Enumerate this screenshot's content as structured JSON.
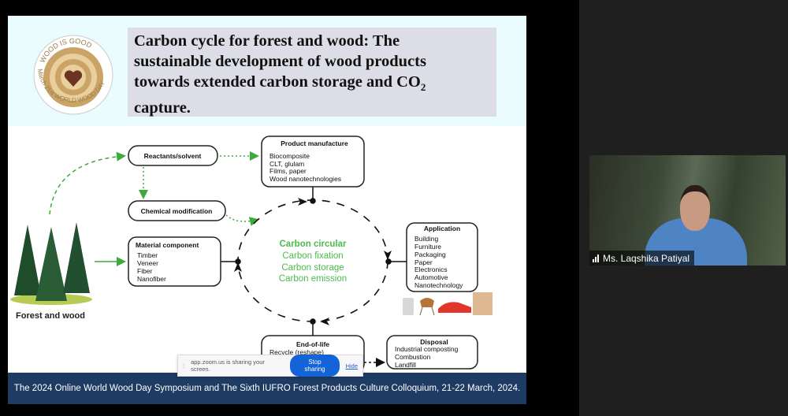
{
  "slide": {
    "logo": {
      "top_text": "WOOD IS GOOD",
      "bottom_text": "March 21st WORLD WOOD DAY"
    },
    "title_lines": [
      "Carbon cycle for forest and wood: The",
      "sustainable development of wood products",
      "towards extended carbon storage and CO",
      "capture."
    ],
    "title_subscript": "2",
    "forest_label": "Forest and wood",
    "boxes": {
      "reactants": "Reactants/solvent",
      "chemical": "Chemical modification",
      "material": {
        "title": "Material component",
        "items": [
          "Timber",
          "Veneer",
          "Fiber",
          "Nanofiber"
        ]
      },
      "product": {
        "title": "Product manufacture",
        "items": [
          "Biocomposite",
          "CLT, glulam",
          "Films, paper",
          "Wood nanotechnologies"
        ]
      },
      "application": {
        "title": "Application",
        "items": [
          "Building",
          "Furniture",
          "Packaging",
          "Paper",
          "Electronics",
          "Automotive",
          "Nanotechnology"
        ]
      },
      "end_of_life": {
        "title": "End-of-life",
        "items": [
          "Recycle (reshape)"
        ]
      },
      "disposal": {
        "title": "Disposal",
        "items": [
          "Industrial composting",
          "Combustion",
          "Landfill"
        ]
      }
    },
    "center_text": [
      "Carbon circular",
      "Carbon fixation",
      "Carbon storage",
      "Carbon emission"
    ],
    "footer": "The 2024 Online World Wood Day Symposium and The Sixth IUFRO Forest Products Culture Colloquium, 21-22 March, 2024.",
    "colors": {
      "green": "#4cbb4c",
      "footer_bg": "#1e3b63",
      "title_bg": "#dcdde6"
    }
  },
  "share_bar": {
    "message": "app.zoom.us is sharing your screen.",
    "stop_label": "Stop sharing",
    "hide_label": "Hide"
  },
  "video": {
    "participant_name": "Ms. Laqshika Patiyal"
  }
}
